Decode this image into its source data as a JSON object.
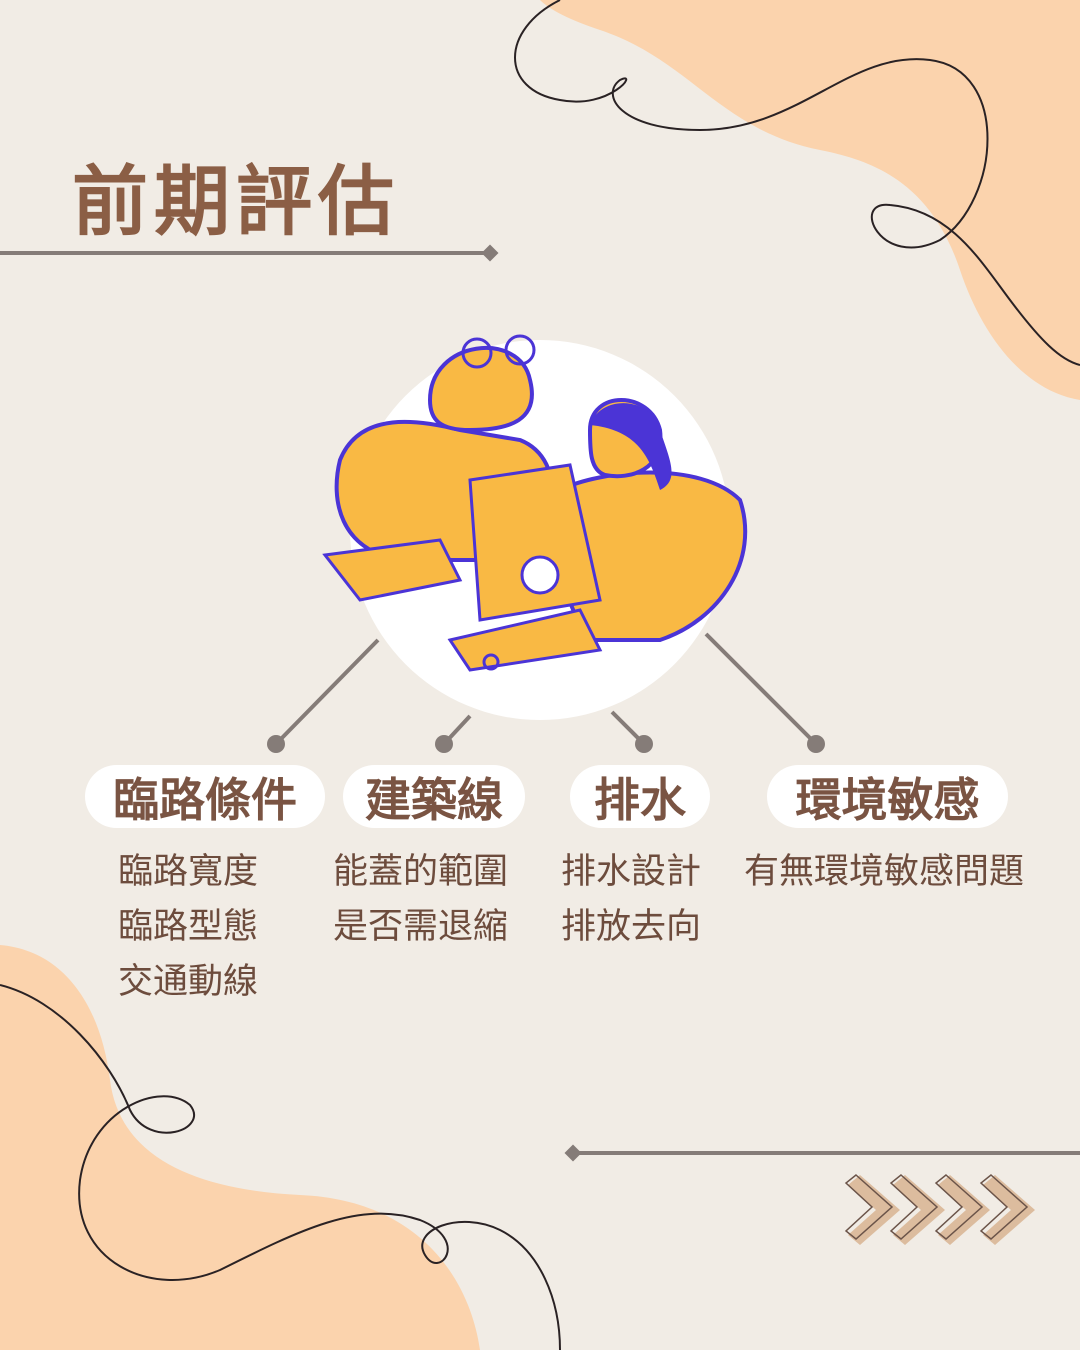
{
  "title": "前期評估",
  "categories": [
    {
      "label": "臨路條件",
      "items": [
        "臨路寬度",
        "臨路型態",
        "交通動線"
      ]
    },
    {
      "label": "建築線",
      "items": [
        "能蓋的範圍",
        "是否需退縮"
      ]
    },
    {
      "label": "排水",
      "items": [
        "排水設計",
        "排放去向"
      ]
    },
    {
      "label": "環境敏感",
      "items": [
        "有無環境敏感問題"
      ]
    }
  ],
  "colors": {
    "background": "#f1ece5",
    "peach": "#fbd3ad",
    "title": "#8b5e45",
    "figure": "#f9b944",
    "outline": "#4b34d6"
  }
}
